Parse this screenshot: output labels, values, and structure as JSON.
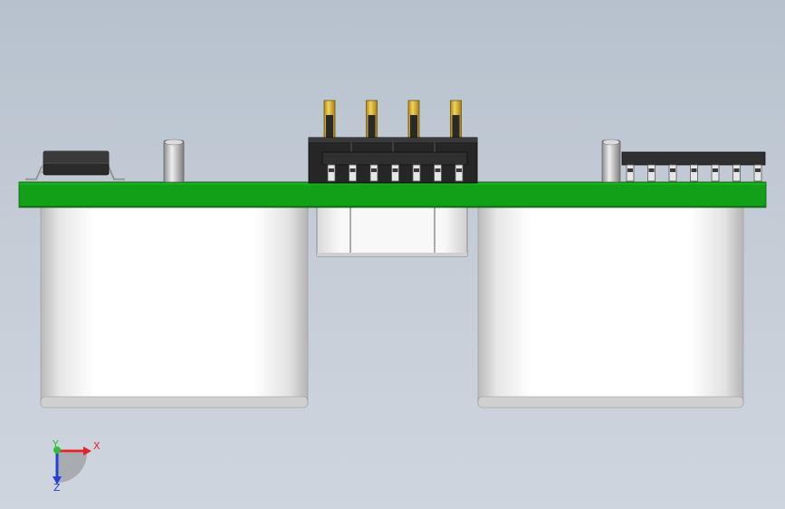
{
  "view": {
    "background_top": "#b6c1cd",
    "background_bottom": "#cfd5de"
  },
  "model": {
    "pcb_color": "#12a019",
    "transducer_color": "#f4f4f4",
    "connector_pins": 4,
    "pin_color": "#e3c046",
    "ic_color": "#2b2b2b"
  },
  "triad": {
    "x_label": "X",
    "y_label": "Y",
    "z_label": "Z",
    "x_color": "#e0242a",
    "y_color": "#2fbf3a",
    "z_color": "#2440d8"
  }
}
